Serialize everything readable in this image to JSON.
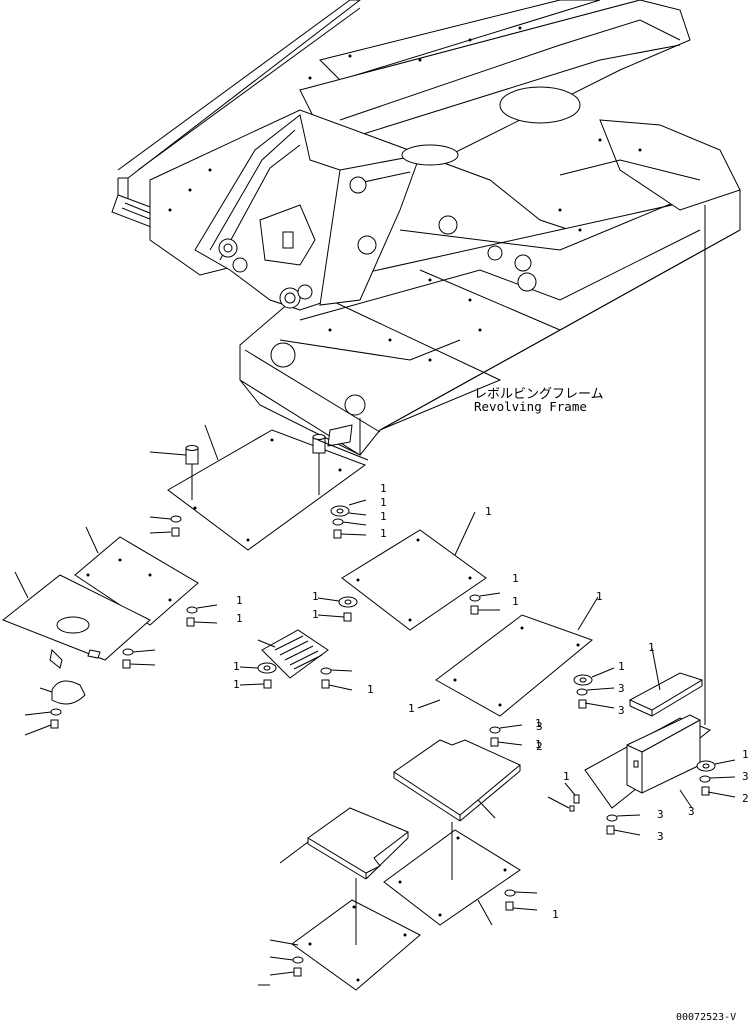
{
  "frame_label": {
    "japanese": "レボルビングフレーム",
    "english": "Revolving Frame"
  },
  "drawing_number": "00072523-V",
  "callouts": {
    "top_cover_right": [
      "1",
      "1",
      "1",
      "1"
    ],
    "upper_mid_plate": [
      "1",
      "1"
    ],
    "left_small_right": [
      "1",
      "1"
    ],
    "grille_left": [
      "1",
      "1"
    ],
    "grille_right": [
      "1"
    ],
    "mid_plate_left": [
      "1"
    ],
    "mid_plate_right": [
      "1",
      "1"
    ],
    "side_panel": [
      "1",
      "1",
      "1"
    ],
    "right_panel_washers": [
      "1",
      "3",
      "3",
      "1"
    ],
    "right_panel_bolts": [
      "3",
      "2"
    ],
    "box_left": [
      "1"
    ],
    "box_bottom": [
      "3",
      "3"
    ],
    "box_right": [
      "1",
      "3",
      "2"
    ],
    "box_bottom2": [
      "3"
    ],
    "lower_right_plate": [
      "1"
    ],
    "mid_plate_top": [
      "1"
    ]
  }
}
